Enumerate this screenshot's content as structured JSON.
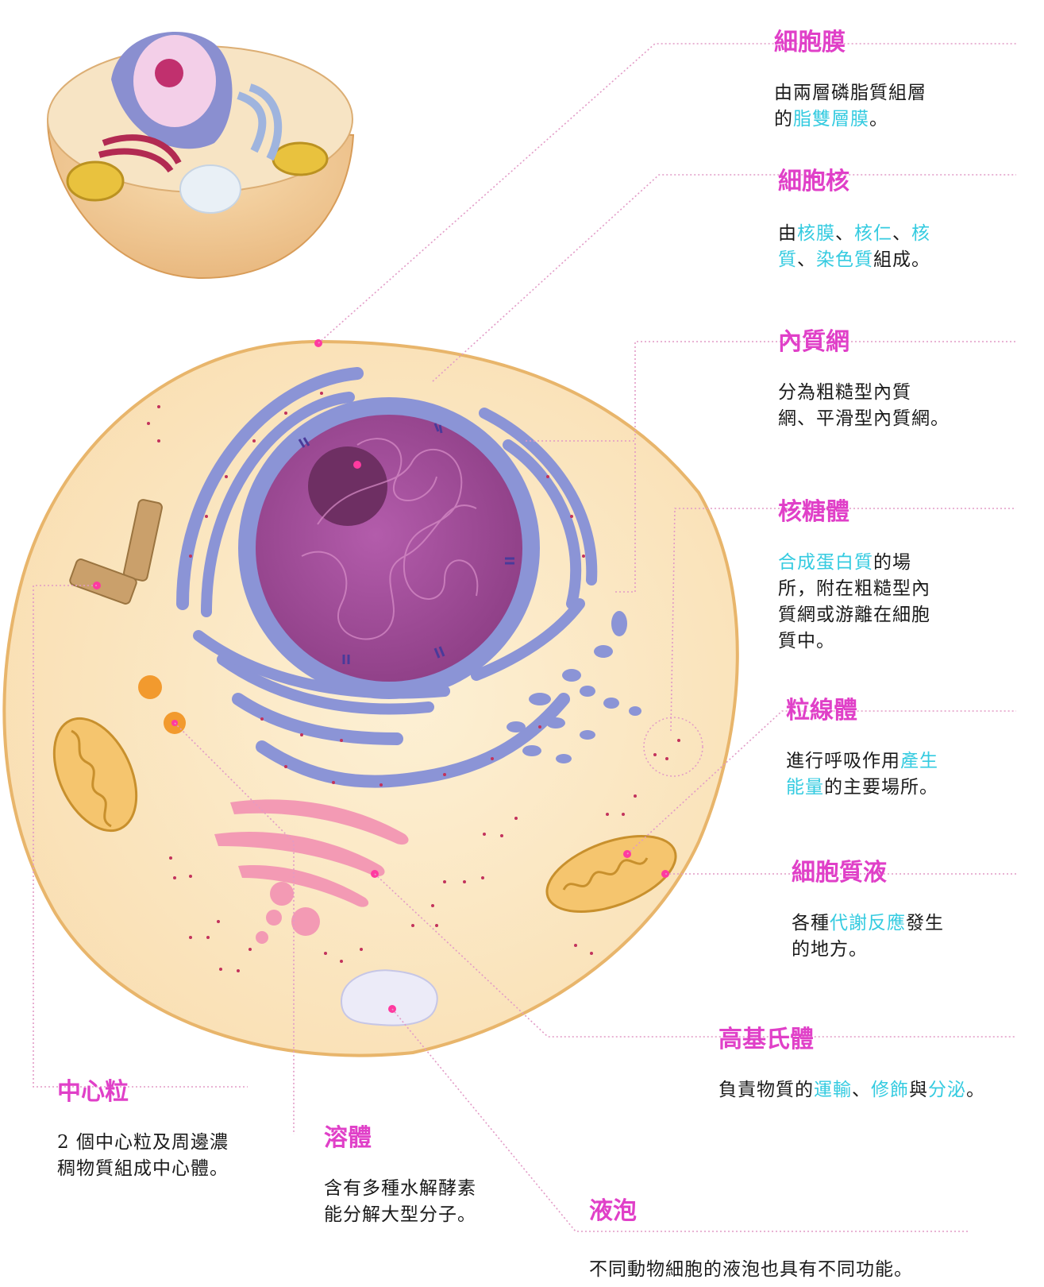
{
  "colors": {
    "title": "#e040c8",
    "highlight": "#35cbe0",
    "text": "#1a1a1a",
    "leader": "#e29ac6",
    "cytoplasm": "#fbe8c2",
    "membrane": "#e8b56b",
    "er": "#8b94d6",
    "nucleus": "#a14f97",
    "golgi": "#f39ab4",
    "mitochondrion": "#f5c56e",
    "vacuole": "#e9e7f6"
  },
  "labels": {
    "cell_membrane": {
      "title": "細胞膜",
      "desc": [
        {
          "t": "由兩層磷脂質組層\n的"
        },
        {
          "t": "脂雙層膜",
          "hl": true
        },
        {
          "t": "。"
        }
      ]
    },
    "nucleus": {
      "title": "細胞核",
      "desc": [
        {
          "t": "由"
        },
        {
          "t": "核膜",
          "hl": true
        },
        {
          "t": "、"
        },
        {
          "t": "核仁",
          "hl": true
        },
        {
          "t": "、"
        },
        {
          "t": "核\n質",
          "hl": true
        },
        {
          "t": "、"
        },
        {
          "t": "染色質",
          "hl": true
        },
        {
          "t": "組成。"
        }
      ]
    },
    "er": {
      "title": "內質網",
      "desc": [
        {
          "t": "分為粗糙型內質\n網、平滑型內質網。"
        }
      ]
    },
    "ribosome": {
      "title": "核糖體",
      "desc": [
        {
          "t": "合成蛋白質",
          "hl": true
        },
        {
          "t": "的場\n所，附在粗糙型內\n質網或游離在細胞\n質中。"
        }
      ]
    },
    "mitochondrion": {
      "title": "粒線體",
      "desc": [
        {
          "t": "進行呼吸作用"
        },
        {
          "t": "產生\n能量",
          "hl": true
        },
        {
          "t": "的主要場所。"
        }
      ]
    },
    "cytosol": {
      "title": "細胞質液",
      "desc": [
        {
          "t": "各種"
        },
        {
          "t": "代謝反應",
          "hl": true
        },
        {
          "t": "發生\n的地方。"
        }
      ]
    },
    "golgi": {
      "title": "高基氏體",
      "desc": [
        {
          "t": "負責物質的"
        },
        {
          "t": "運輸",
          "hl": true
        },
        {
          "t": "、"
        },
        {
          "t": "修飾",
          "hl": true
        },
        {
          "t": "與"
        },
        {
          "t": "分泌",
          "hl": true
        },
        {
          "t": "。"
        }
      ]
    },
    "centriole": {
      "title": "中心粒",
      "desc": [
        {
          "t": "2 個中心粒及周邊濃\n稠物質組成中心體。"
        }
      ]
    },
    "lysosome": {
      "title": "溶體",
      "desc": [
        {
          "t": "含有多種水解酵素\n能分解大型分子。"
        }
      ]
    },
    "vacuole": {
      "title": "液泡",
      "desc": [
        {
          "t": "不同動物細胞的液泡也具有不同功能。"
        }
      ]
    }
  }
}
